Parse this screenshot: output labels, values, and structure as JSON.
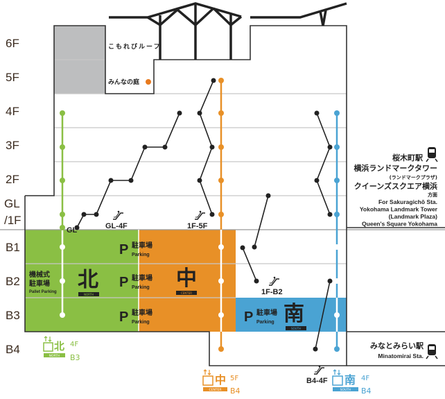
{
  "floors": [
    "6F",
    "5F",
    "4F",
    "3F",
    "2F",
    "GL",
    "/1F",
    "B1",
    "B2",
    "B3",
    "B4"
  ],
  "areas": {
    "roof": "こもれびルーフ",
    "garden": "みんなの庭",
    "pallet_jp_1": "機械式",
    "pallet_jp_2": "駐車場",
    "pallet_en": "Pallet Parking"
  },
  "parking": {
    "p": "P",
    "jp": "駐車場",
    "en": "Parking"
  },
  "zones": {
    "north": {
      "kanji": "北",
      "en": "NORTH",
      "color": "#8abf44"
    },
    "center": {
      "kanji": "中",
      "en": "CENTER",
      "color": "#e89027"
    },
    "south": {
      "kanji": "南",
      "en": "SOUTH",
      "color": "#4aa3d3"
    }
  },
  "escalators": {
    "gl": "GL",
    "gl_4f": "GL-4F",
    "f1_5f": "1F-5F",
    "f1_b2": "1F-B2",
    "b4_4f": "B4-4F"
  },
  "elevators": {
    "north": {
      "top": "4F",
      "bottom": "B3"
    },
    "center": {
      "top": "5F",
      "bottom": "B4"
    },
    "south": {
      "top": "4F",
      "bottom": "B4"
    }
  },
  "stations": {
    "sakuragicho": {
      "jp1": "桜木町駅",
      "jp2": "横浜ランドマークタワー",
      "jp3": "(ランドマークプラザ)",
      "jp4": "クイーンズスクエア横浜",
      "jp5": "方面",
      "en1": "For Sakuragichō Sta.",
      "en2": "Yokohama Landmark Tower",
      "en3": "(Landmark Plaza)",
      "en4": "Queen's Square Yokohama"
    },
    "minatomirai": {
      "jp": "みなとみらい駅",
      "en": "Minatomirai Sta."
    }
  }
}
